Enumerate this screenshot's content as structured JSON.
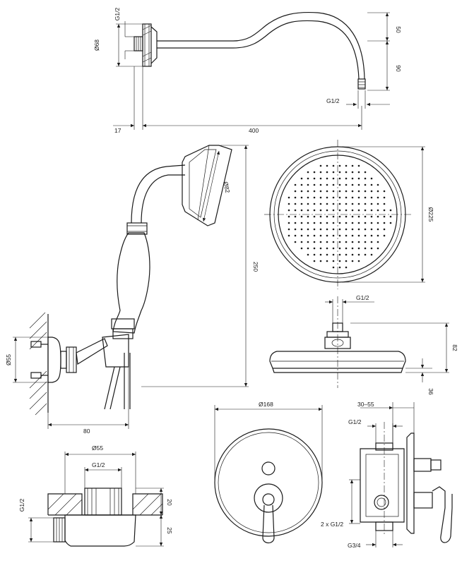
{
  "labels": {
    "arm_inlet_thread": "G1/2",
    "arm_flange_dia": "Ø68",
    "arm_rise": "50",
    "arm_drop": "90",
    "arm_outlet_thread": "G1/2",
    "arm_wall_offset": "17",
    "arm_length": "400",
    "handset_head_dia": "Ø82",
    "handset_height": "250",
    "holder_flange_dia": "Ø55",
    "holder_projection": "80",
    "head_dia": "Ø225",
    "head_thread": "G1/2",
    "head_height": "82",
    "head_rim": "36",
    "elbow_dia": "Ø55",
    "elbow_thread": "G1/2",
    "elbow_side_thread": "G1/2",
    "elbow_depth_a": "20",
    "elbow_depth_b": "25",
    "plate_dia": "Ø168",
    "valve_depth": "30–55",
    "valve_top_thread": "G1/2",
    "valve_side_threads": "2 x G1/2",
    "valve_bottom_thread": "G3/4"
  }
}
